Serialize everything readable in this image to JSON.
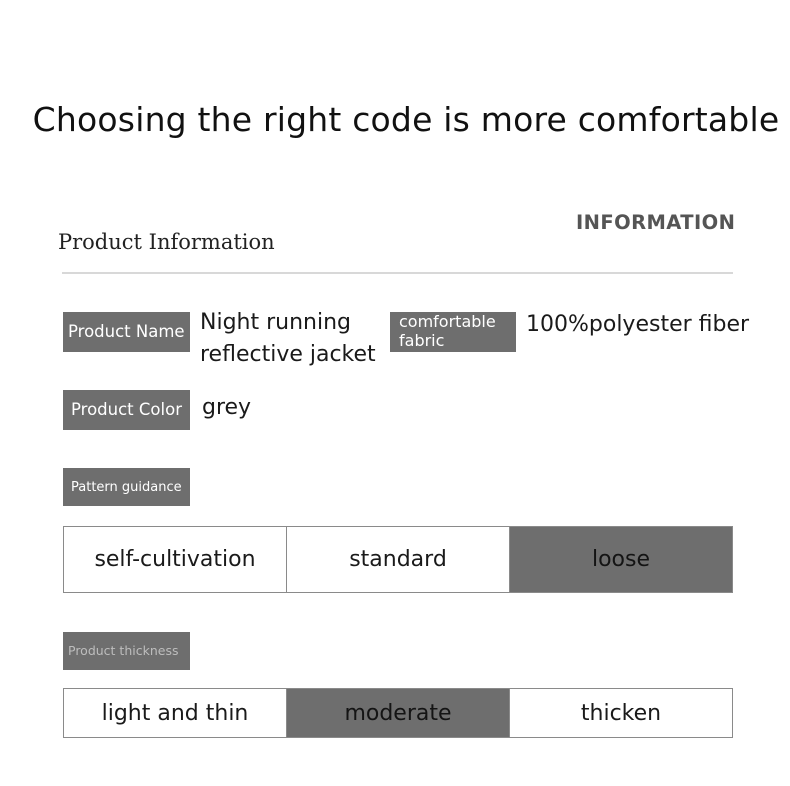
{
  "headline": "Choosing the right code is more comfortable",
  "info_word": "INFORMATION",
  "section_title": "Product Information",
  "fields": {
    "product_name": {
      "label": "Product Name",
      "value": "Night running reflective jacket"
    },
    "fabric": {
      "label": "comfortable fabric",
      "value": "100%polyester fiber"
    },
    "product_color": {
      "label": "Product Color",
      "value": "grey"
    }
  },
  "pattern_guidance": {
    "label": "Pattern guidance",
    "options": [
      "self-cultivation",
      "standard",
      "loose"
    ],
    "selected": "loose"
  },
  "product_thickness": {
    "label": "Product thickness",
    "options": [
      "light and thin",
      "moderate",
      "thicken"
    ],
    "selected": "moderate"
  },
  "colors": {
    "tag_background": "#6e6e6e",
    "selected_background": "#6e6e6e",
    "rule": "#d8d8d8"
  }
}
